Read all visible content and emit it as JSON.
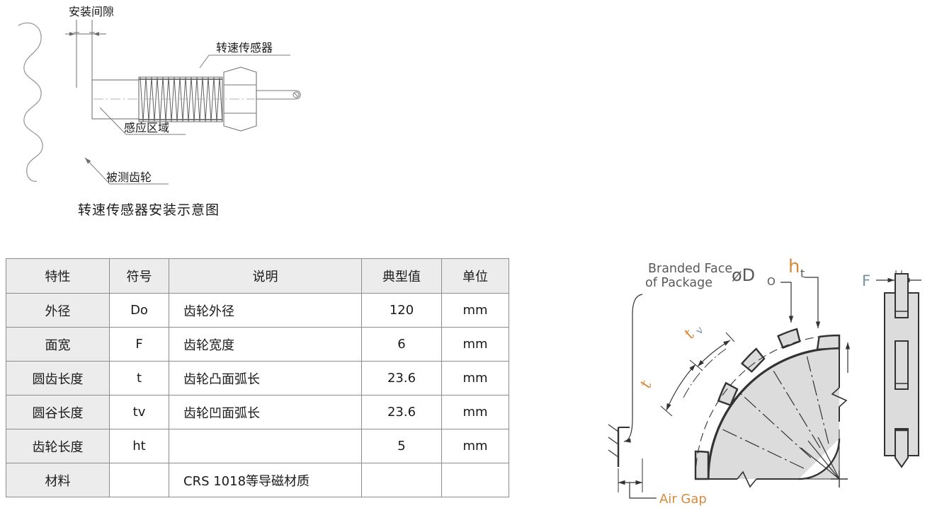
{
  "sensor_diagram": {
    "caption": "转速传感器安装示意图",
    "labels": {
      "mounting_gap": "安装间隙",
      "speed_sensor": "转速传感器",
      "sensing_area": "感应区域",
      "measured_gear": "被测齿轮"
    }
  },
  "spec_table": {
    "headers": [
      "特性",
      "符号",
      "说明",
      "典型值",
      "单位"
    ],
    "rows": [
      {
        "feature": "外径",
        "symbol": "Do",
        "description": "齿轮外径",
        "typical": "120",
        "unit": "mm"
      },
      {
        "feature": "面宽",
        "symbol": "F",
        "description": "齿轮宽度",
        "typical": "6",
        "unit": "mm"
      },
      {
        "feature": "圆齿长度",
        "symbol": "t",
        "description": "齿轮凸面弧长",
        "typical": "23.6",
        "unit": "mm"
      },
      {
        "feature": "圆谷长度",
        "symbol": "tv",
        "description": "齿轮凹面弧长",
        "typical": "23.6",
        "unit": "mm"
      },
      {
        "feature": "齿轮长度",
        "symbol": "ht",
        "description": "",
        "typical": "5",
        "unit": "mm"
      },
      {
        "feature": "材料",
        "symbol": "",
        "description": "CRS 1018等导磁材质",
        "typical": "",
        "unit": ""
      }
    ]
  },
  "gear_diagram": {
    "labels": {
      "branded_face_line1": "Branded Face",
      "branded_face_line2": "of Package",
      "outer_diameter": "øD",
      "outer_diameter_sub": "O",
      "tooth_height": "h",
      "tooth_height_sub": "t",
      "tooth_arc": "t",
      "valley_arc": "t",
      "valley_arc_sub": "v",
      "air_gap": "Air Gap",
      "face_width": "F"
    }
  },
  "colors": {
    "label_gray": "#595959",
    "label_orange": "#d98a3a",
    "label_blue": "#7a8fa6",
    "gear_fill": "#dcdcdc",
    "line_dark": "#333333",
    "table_header_bg": "#ececec",
    "table_border": "#8d8d8d"
  }
}
